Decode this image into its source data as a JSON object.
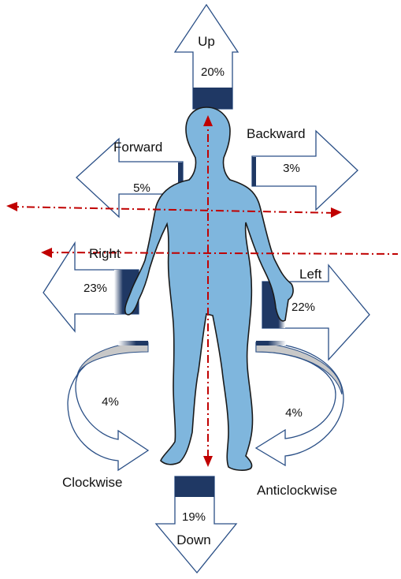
{
  "colors": {
    "body_fill": "#7fb6dd",
    "body_outline": "#1a1a1a",
    "arrow_stroke": "#2a4f86",
    "bar_fill": "#1f3864",
    "axis_line": "#c00000",
    "rotation_inner": "#c8c8c8"
  },
  "directions": {
    "up": {
      "label": "Up",
      "value": "20%"
    },
    "down": {
      "label": "Down",
      "value": "19%"
    },
    "forward": {
      "label": "Forward",
      "value": "5%"
    },
    "backward": {
      "label": "Backward",
      "value": "3%"
    },
    "right": {
      "label": "Right",
      "value": "23%"
    },
    "left": {
      "label": "Left",
      "value": "22%"
    },
    "clockwise": {
      "label": "Clockwise",
      "value": "4%"
    },
    "anticlockwise": {
      "label": "Anticlockwise",
      "value": "4%"
    }
  }
}
